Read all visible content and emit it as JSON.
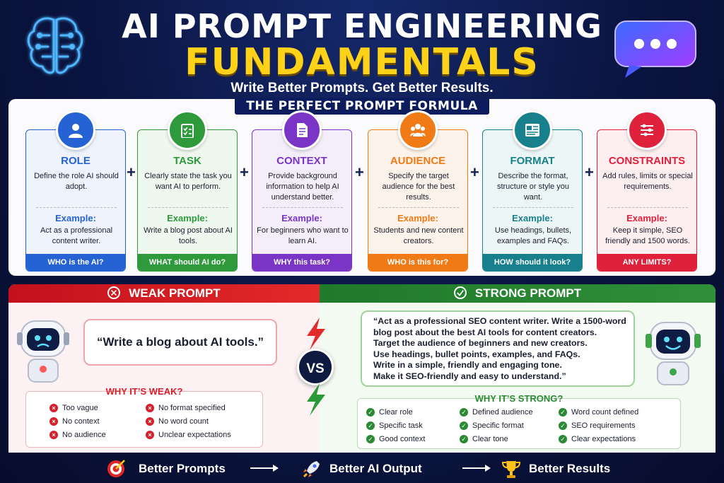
{
  "header": {
    "title_line1": "AI PROMPT ENGINEERING",
    "title_line2": "FUNDAMENTALS",
    "subtitle": "Write Better Prompts. Get Better Results."
  },
  "formula": {
    "banner": "THE PERFECT PROMPT FORMULA",
    "cards": [
      {
        "title": "ROLE",
        "desc": "Define the role AI should adopt.",
        "example_label": "Example:",
        "example": "Act as a professional content writer.",
        "footer": "WHO is the AI?",
        "color": "#2563d4",
        "icon": "user-icon"
      },
      {
        "title": "TASK",
        "desc": "Clearly state the task you want AI to perform.",
        "example_label": "Example:",
        "example": "Write a blog post about AI tools.",
        "footer": "WHAT should AI do?",
        "color": "#2e9a3b",
        "icon": "clipboard-icon"
      },
      {
        "title": "CONTEXT",
        "desc": "Provide background information to help AI understand better.",
        "example_label": "Example:",
        "example": "For beginners who want to learn AI.",
        "footer": "WHY this task?",
        "color": "#7a35c7",
        "icon": "document-icon"
      },
      {
        "title": "AUDIENCE",
        "desc": "Specify the target audience for the best results.",
        "example_label": "Example:",
        "example": "Students and new content creators.",
        "footer": "WHO is this for?",
        "color": "#f07a16",
        "icon": "group-icon"
      },
      {
        "title": "FORMAT",
        "desc": "Describe the format, structure or style you want.",
        "example_label": "Example:",
        "example": "Use headings, bullets, examples and FAQs.",
        "footer": "HOW should it look?",
        "color": "#17808c",
        "icon": "layout-icon"
      },
      {
        "title": "CONSTRAINTS",
        "desc": "Add rules, limits or special requirements.",
        "example_label": "Example:",
        "example": "Keep it simple, SEO friendly and 1500 words.",
        "footer": "ANY LIMITS?",
        "color": "#e0213b",
        "icon": "sliders-icon"
      }
    ],
    "plus_symbol": "+"
  },
  "weak": {
    "header": "WEAK PROMPT",
    "prompt": "“Write a blog about AI tools.”",
    "why_title": "WHY IT’S WEAK?",
    "reasons_col1": [
      "Too vague",
      "No context",
      "No audience"
    ],
    "reasons_col2": [
      "No format specified",
      "No word count",
      "Unclear expectations"
    ],
    "color": "#d71f2a"
  },
  "vs_label": "VS",
  "strong": {
    "header": "STRONG PROMPT",
    "prompt_lines": [
      "“Act as a professional SEO content writer. Write a 1500-word",
      "blog post about the best AI tools for content creators.",
      "Target the audience of beginners and new creators.",
      "Use headings, bullet points, examples, and FAQs.",
      "Write in a simple, friendly and engaging tone.",
      "Make it SEO-friendly and easy to understand.”"
    ],
    "why_title": "WHY IT’S STRONG?",
    "reasons_col1": [
      "Clear role",
      "Specific task",
      "Good context"
    ],
    "reasons_col2": [
      "Defined audience",
      "Specific format",
      "Clear tone"
    ],
    "reasons_col3": [
      "Word count defined",
      "SEO requirements",
      "Clear expectations"
    ],
    "color": "#2a8a34"
  },
  "footer": {
    "items": [
      "Better Prompts",
      "Better AI Output",
      "Better Results"
    ]
  }
}
